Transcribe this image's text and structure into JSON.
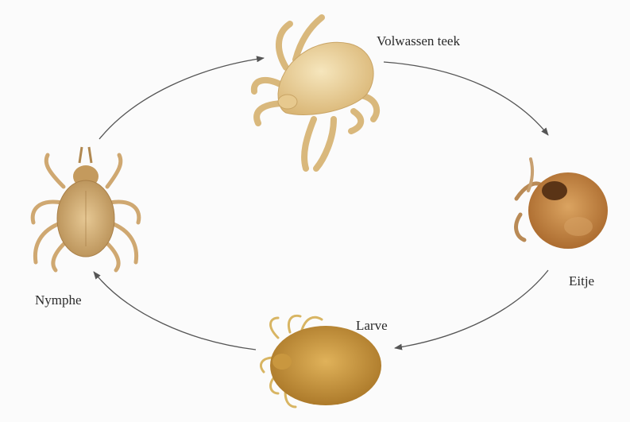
{
  "diagram": {
    "stages": [
      {
        "id": "adult",
        "label": "Volwassen teek"
      },
      {
        "id": "egg",
        "label": "Eitje"
      },
      {
        "id": "larva",
        "label": "Larve"
      },
      {
        "id": "nymph",
        "label": "Nymphe"
      }
    ],
    "colors": {
      "arrow": "#555555",
      "adult_body": "#e9cf95",
      "adult_legs": "#d9b87c",
      "egg": "#c98d4c",
      "larva": "#c9973f",
      "nymph": "#d3b07a"
    }
  }
}
